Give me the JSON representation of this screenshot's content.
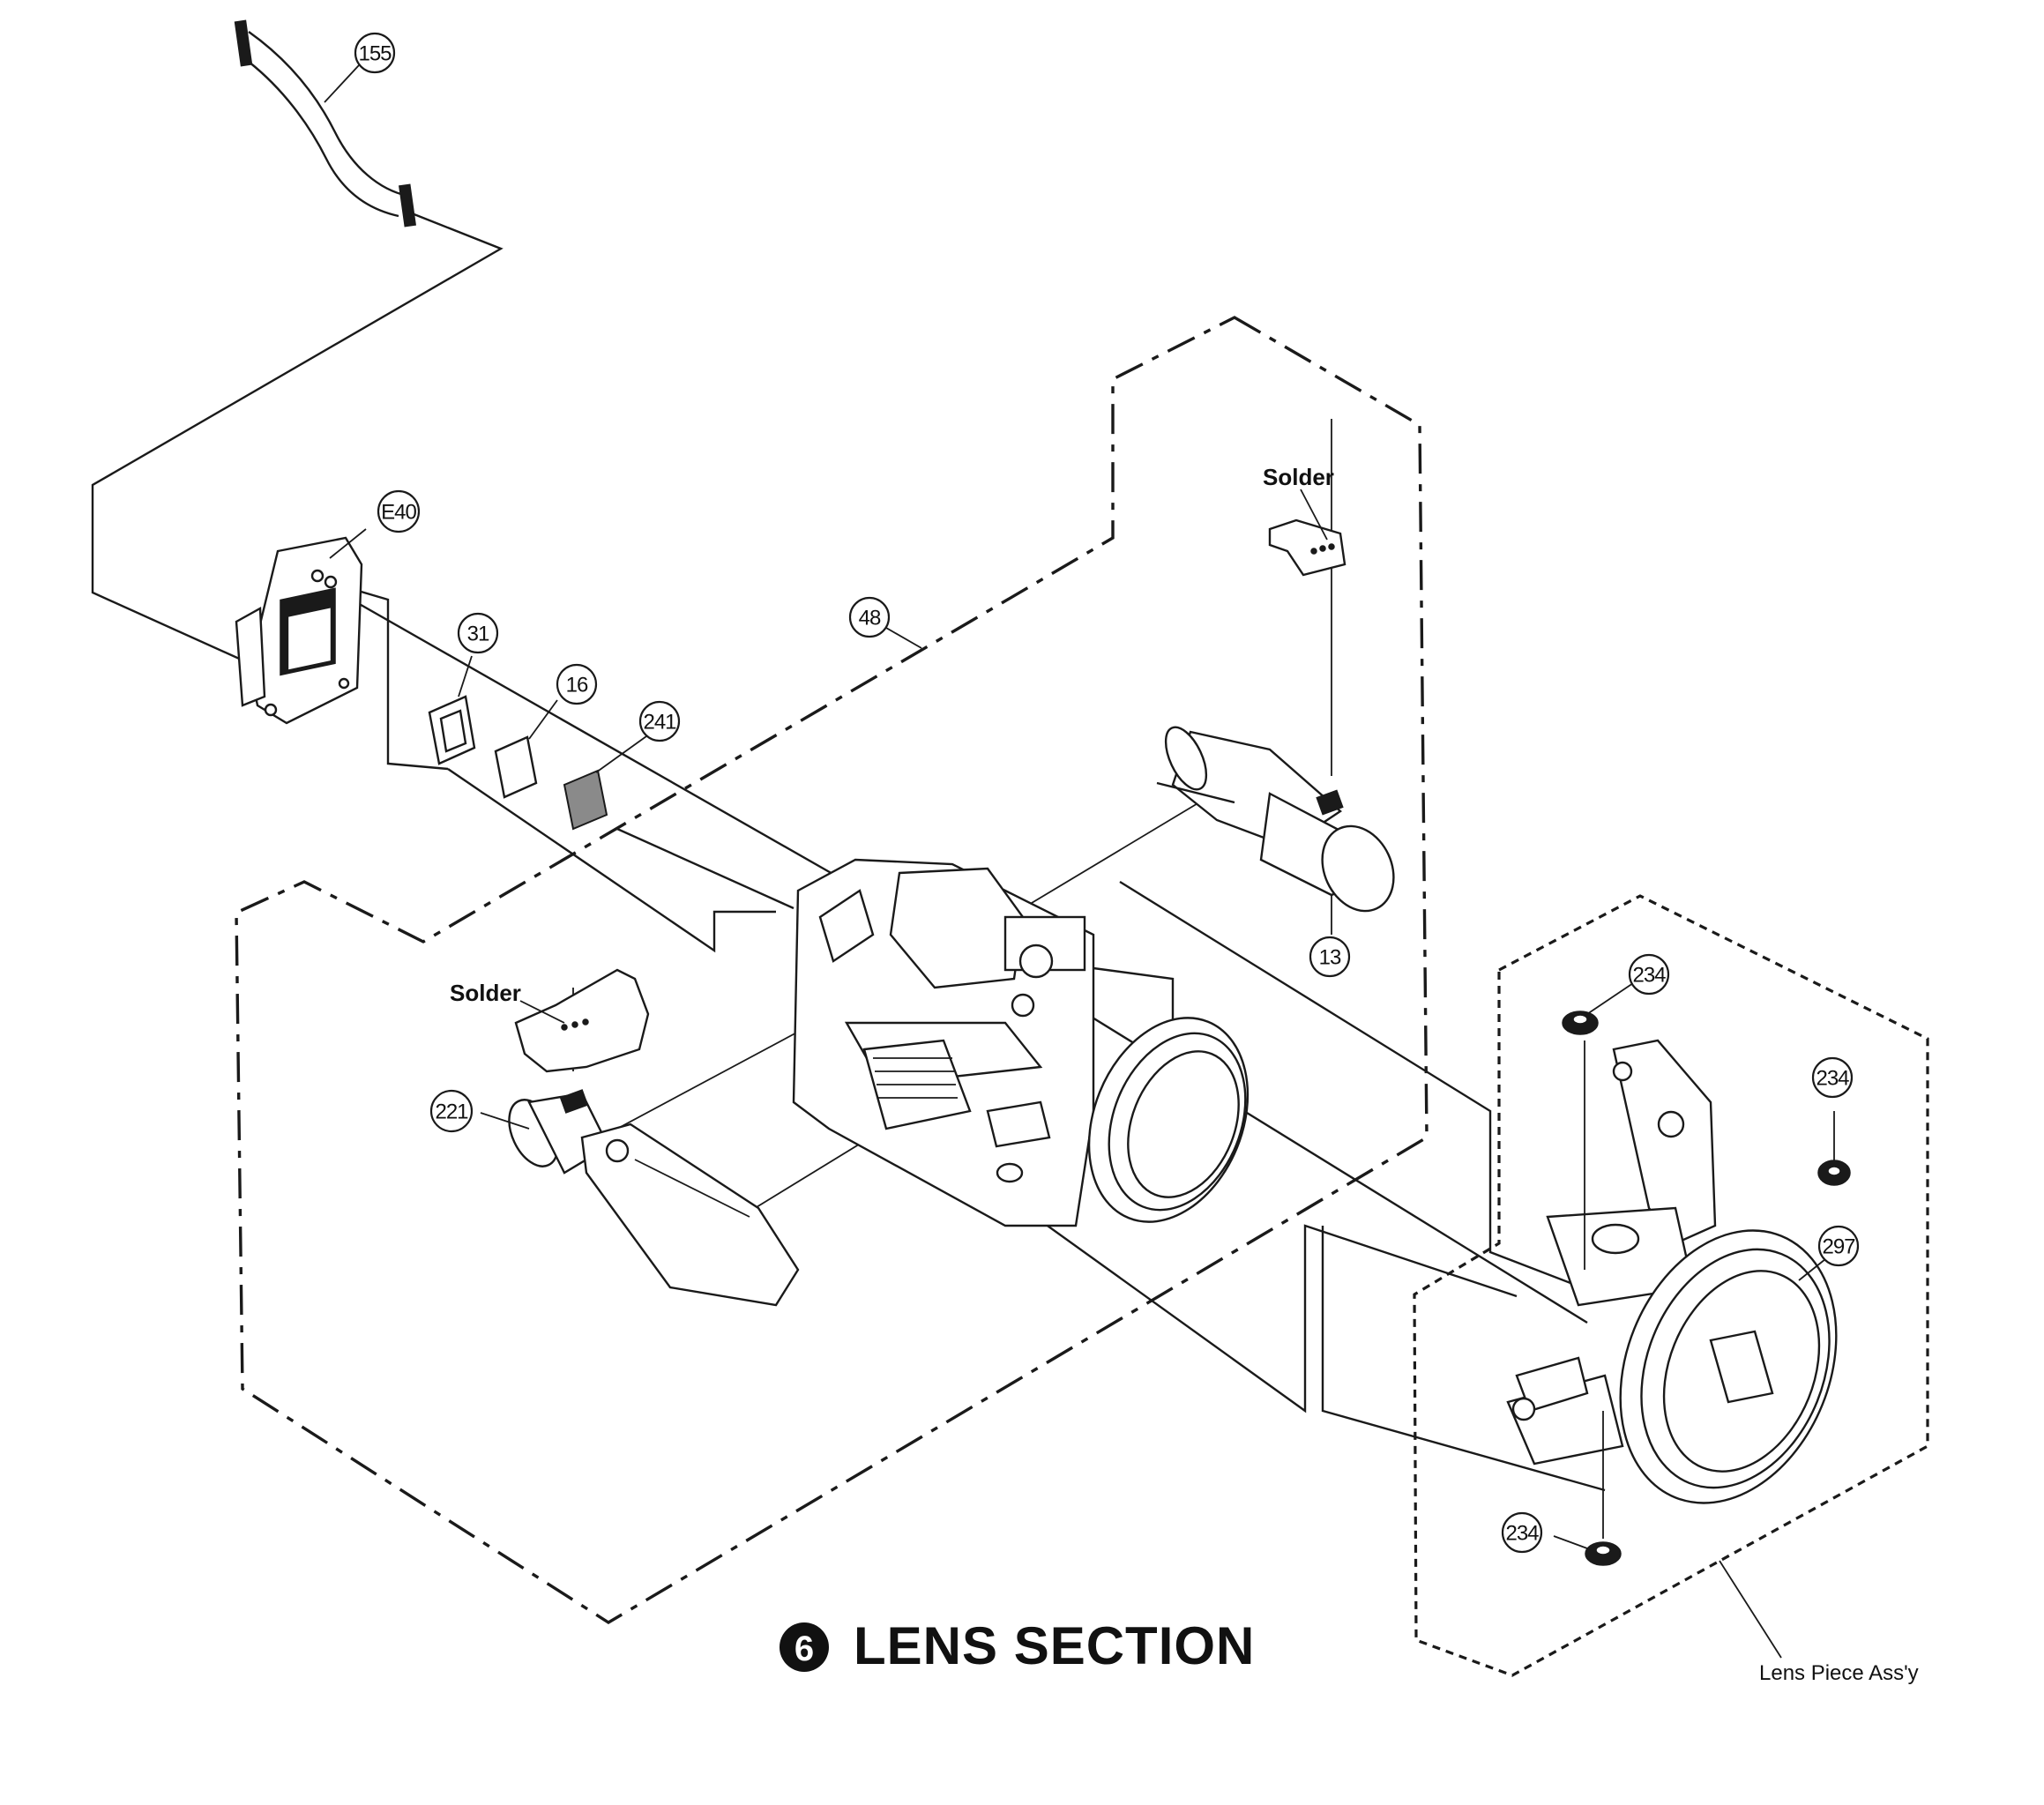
{
  "title": {
    "number": "6",
    "text": "LENS SECTION"
  },
  "notes": {
    "solder_top": "Solder",
    "solder_left": "Solder",
    "lens_piece_assy": "Lens Piece Ass'y"
  },
  "callouts": {
    "c155": "155",
    "cE40": "E40",
    "c31": "31",
    "c16": "16",
    "c241": "241",
    "c48": "48",
    "c13": "13",
    "c221": "221",
    "c234a": "234",
    "c234b": "234",
    "c234c": "234",
    "c297": "297"
  }
}
